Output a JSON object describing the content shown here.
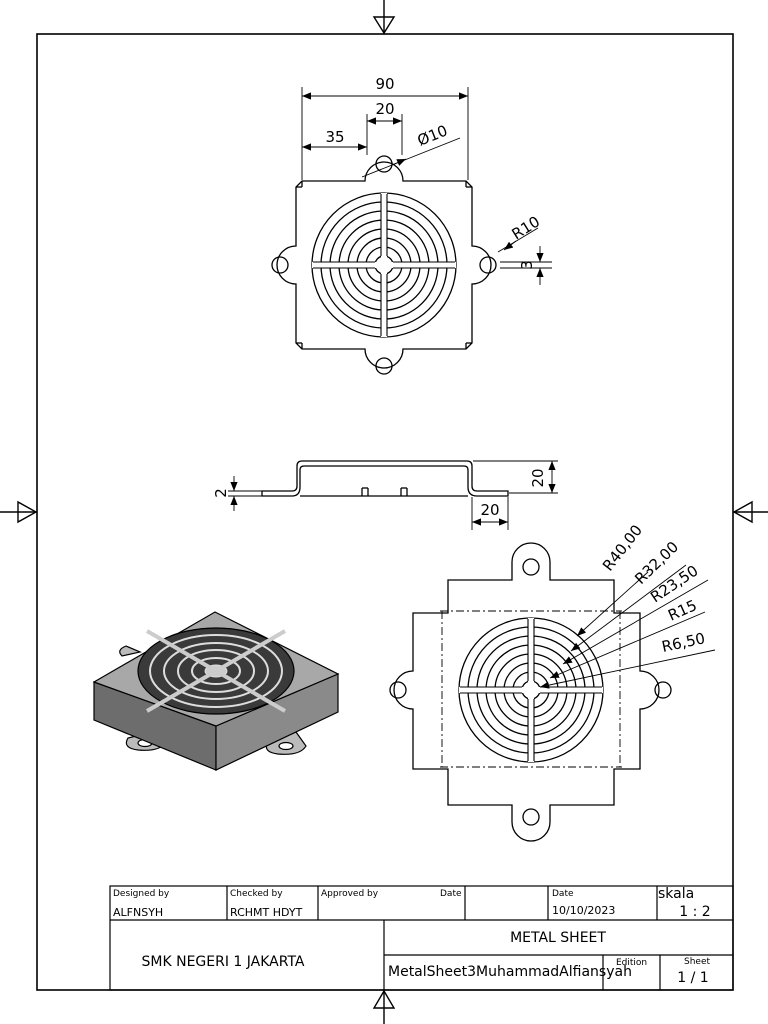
{
  "dimensions": {
    "top_view": {
      "overall_width": "90",
      "tab_width": "20",
      "tab_offset": "35",
      "hole_diameter": "Ø10",
      "tab_radius": "R10",
      "slot_width": "3"
    },
    "front_view": {
      "thickness": "2",
      "height": "20",
      "flange": "20"
    },
    "detail_view": {
      "radii": [
        "R40,00",
        "R32,00",
        "R23,50",
        "R15",
        "R6,50"
      ]
    }
  },
  "title_block": {
    "designed_by_label": "Designed by",
    "designed_by": "ALFNSYH",
    "checked_by_label": "Checked by",
    "checked_by": "RCHMT HDYT",
    "approved_by_label": "Approved by",
    "date_label_1": "Date",
    "date_label_2": "Date",
    "date": "10/10/2023",
    "scale_label": "skala",
    "scale": "1 : 2",
    "school": "SMK NEGERI 1 JAKARTA",
    "title": "METAL SHEET",
    "file_name": "MetalSheet3MuhammadAlfiansyah",
    "edition_label": "Edition",
    "sheet_label": "Sheet",
    "sheet": "1 / 1"
  }
}
